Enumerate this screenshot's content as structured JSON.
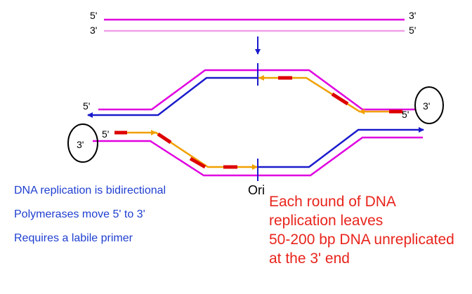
{
  "colors": {
    "template_strand": "#e000e0",
    "parental_light": "#f0a0e8",
    "new_strand": "#1a1acc",
    "primer": "#dd0000",
    "okazaki": "#f0a000",
    "note_text": "#1f3fd0",
    "callout_text": "#e8241c"
  },
  "labels": {
    "top_left_5": "5'",
    "top_right_3": "3'",
    "bottom_left_3": "3'",
    "bottom_right_5": "5'",
    "left_fork_5": "5'",
    "left_circle_3": "3'",
    "left_primer_5": "5'",
    "right_circle_3": "3'",
    "right_primer_5": "5'",
    "origin": "Ori"
  },
  "notes": [
    "DNA replication is bidirectional",
    "Polymerases move 5' to 3'",
    "Requires a labile primer"
  ],
  "callout": [
    "Each round of DNA",
    "replication leaves",
    "50-200 bp DNA unreplicated",
    "at the 3' end"
  ]
}
